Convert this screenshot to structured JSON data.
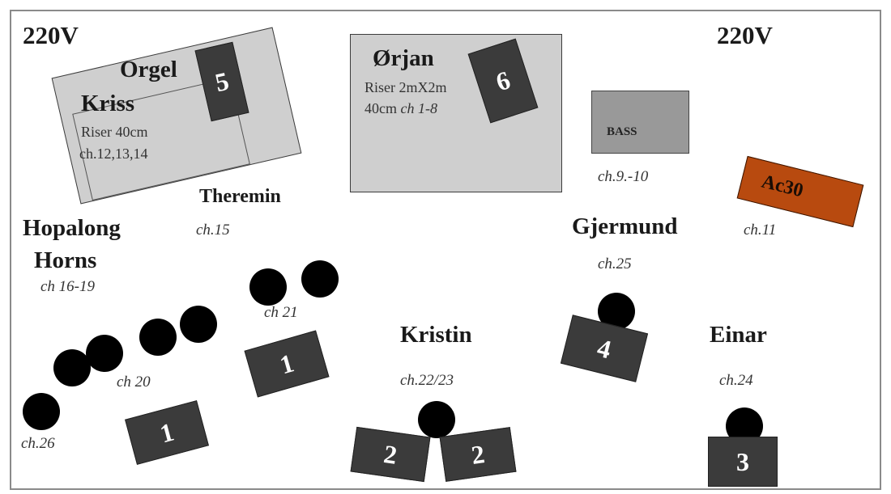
{
  "power": {
    "left": "220V",
    "right": "220V"
  },
  "orgel": {
    "name": "Orgel",
    "number": "5"
  },
  "kriss": {
    "name": "Kriss",
    "riser": "Riser 40cm",
    "channels": "ch.12,13,14"
  },
  "theremin": {
    "name": "Theremin",
    "channels": "ch.15"
  },
  "orjan": {
    "name": "Ørjan",
    "riser_line1": "Riser 2mX2m",
    "riser_line2_prefix": "40cm ",
    "riser_line2_ch": "ch 1-8",
    "number": "6"
  },
  "bass": {
    "label": "BASS",
    "channels": "ch.9.-10"
  },
  "ac30": {
    "label": "Ac30",
    "channels": "ch.11"
  },
  "hopalong": {
    "name_line1": "Hopalong",
    "name_line2": "Horns",
    "channels": "ch 16-19"
  },
  "gjermund": {
    "name": "Gjermund",
    "channels": "ch.25",
    "monitor": "4"
  },
  "ch21": {
    "label": "ch 21",
    "monitor": "1"
  },
  "ch20": {
    "label": "ch 20",
    "monitor": "1"
  },
  "ch26": {
    "label": "ch.26"
  },
  "kristin": {
    "name": "Kristin",
    "channels": "ch.22/23",
    "monitor_left": "2",
    "monitor_right": "2"
  },
  "einar": {
    "name": "Einar",
    "channels": "ch.24",
    "monitor": "3"
  },
  "colors": {
    "riser": "#cfcfcf",
    "monitor": "#3b3b3b",
    "bass": "#999999",
    "ac30": "#b84a0f",
    "mic": "#000000"
  }
}
